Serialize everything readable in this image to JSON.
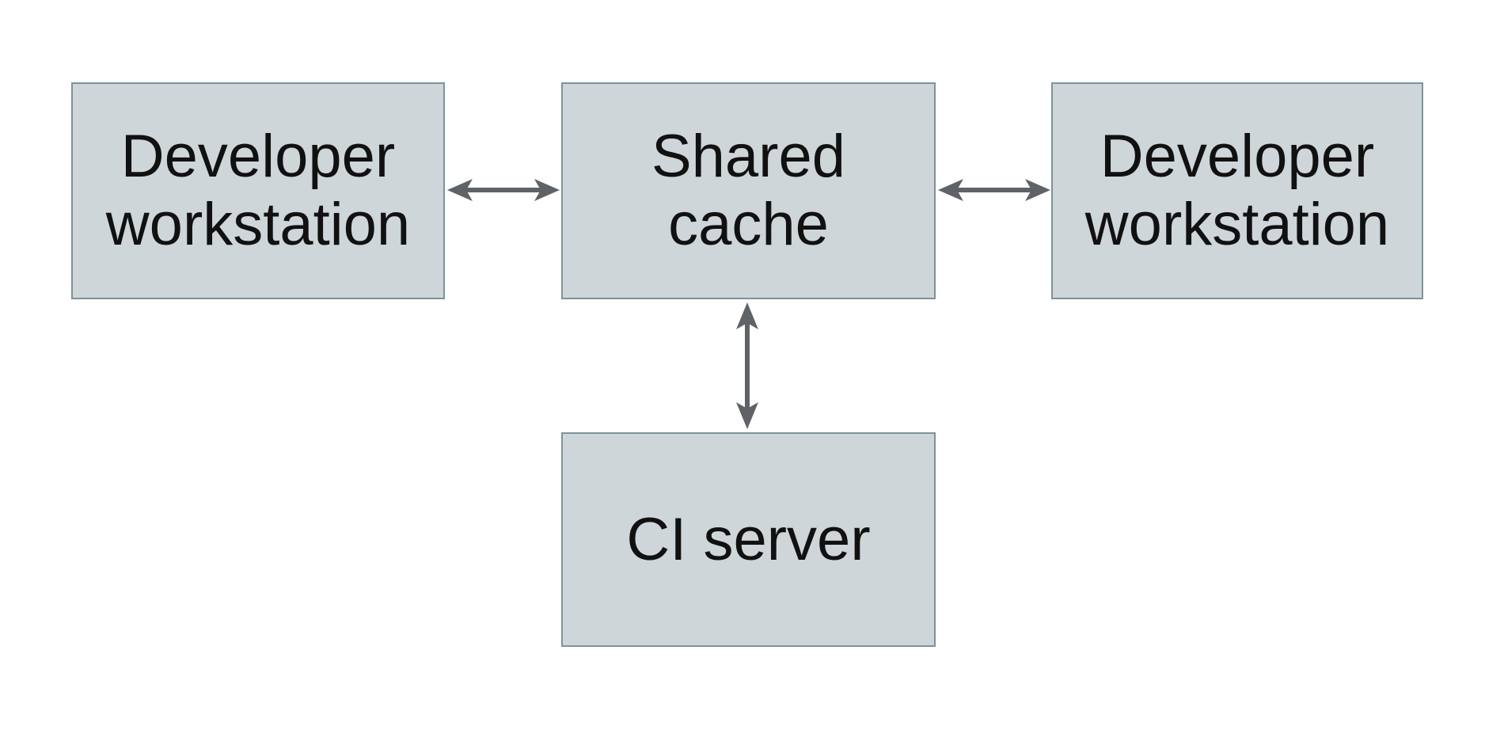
{
  "canvas": {
    "background": "#ffffff"
  },
  "colors": {
    "node_fill": "#cfd6d9",
    "node_border": "#7d929e",
    "arrow": "#5f6368",
    "text": "#111111"
  },
  "nodes": {
    "left_workstation": {
      "line1": "Developer",
      "line2": "workstation"
    },
    "shared_cache": {
      "line1": "Shared",
      "line2": "cache"
    },
    "right_workstation": {
      "line1": "Developer",
      "line2": "workstation"
    },
    "ci_server": {
      "line1": "CI server"
    }
  },
  "edges": [
    {
      "from": "developer-workstation-left",
      "to": "shared-cache",
      "type": "bidirectional",
      "orientation": "horizontal"
    },
    {
      "from": "shared-cache",
      "to": "developer-workstation-right",
      "type": "bidirectional",
      "orientation": "horizontal"
    },
    {
      "from": "shared-cache",
      "to": "ci-server",
      "type": "bidirectional",
      "orientation": "vertical"
    }
  ]
}
